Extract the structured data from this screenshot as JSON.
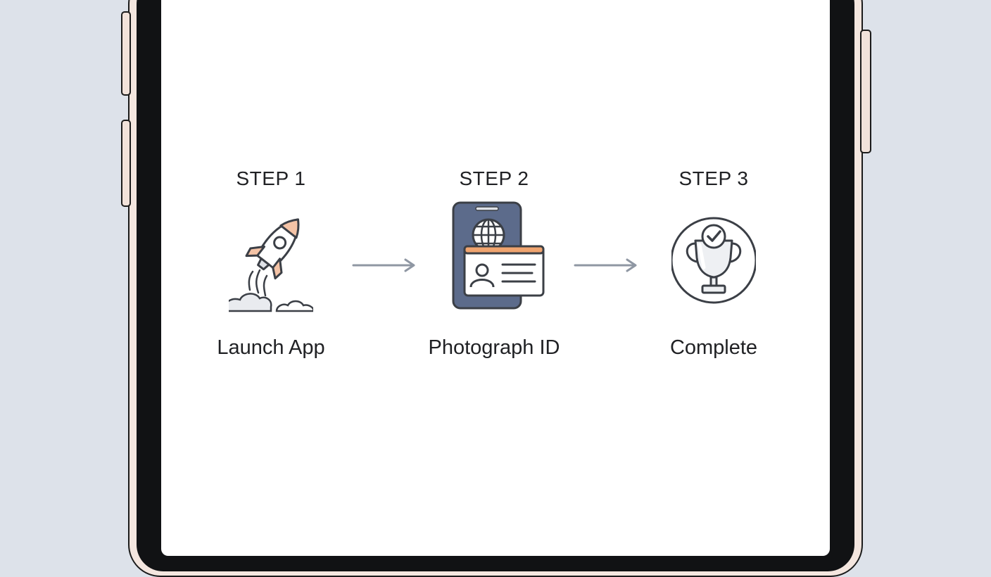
{
  "steps": [
    {
      "label": "STEP 1",
      "title": "Launch App",
      "icon": "rocket-icon"
    },
    {
      "label": "STEP 2",
      "title": "Photograph ID",
      "icon": "id-card-icon"
    },
    {
      "label": "STEP 3",
      "title": "Complete",
      "icon": "trophy-check-icon"
    }
  ],
  "colors": {
    "background": "#dde2ea",
    "phone_frame": "#f4e6df",
    "screen": "#ffffff",
    "arrow": "#8f97a3",
    "accent_orange": "#f0a46f",
    "id_panel": "#5c6b8b"
  }
}
